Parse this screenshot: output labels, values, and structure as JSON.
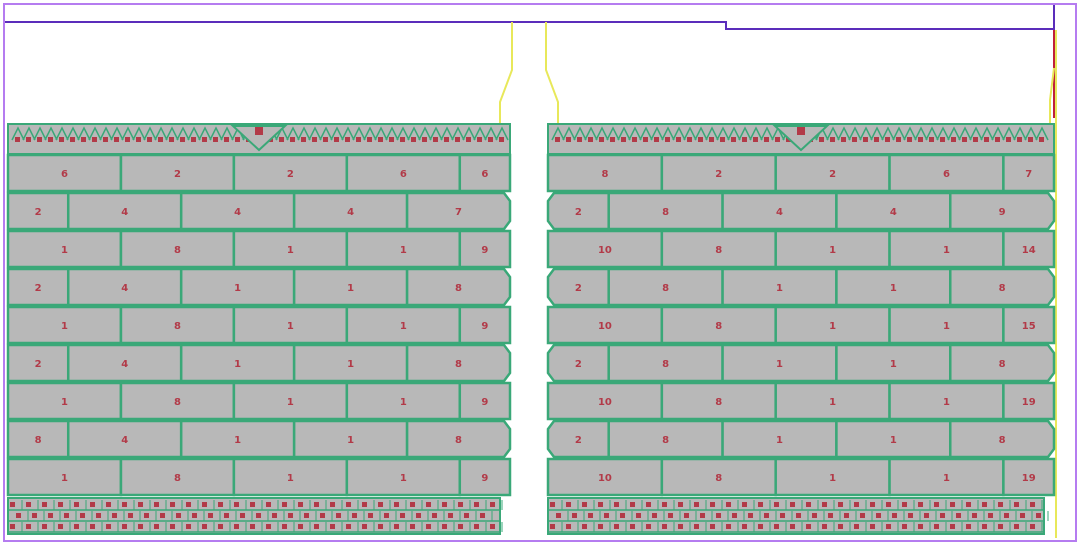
{
  "colors": {
    "background": "#ffffff",
    "border": "#b57cf0",
    "outline": "#5b2dbb",
    "brick_fill": "#b8b8b8",
    "mortar": "#3aa878",
    "label": "#b23a48",
    "edge": "#e8e85a",
    "accent_red": "#c0203a"
  },
  "walls": [
    {
      "id": "left",
      "courses": [
        [
          "6",
          "2",
          "2",
          "6",
          "6"
        ],
        [
          "2",
          "4",
          "4",
          "4",
          "7"
        ],
        [
          "1",
          "8",
          "1",
          "1",
          "9"
        ],
        [
          "2",
          "4",
          "1",
          "1",
          "8"
        ],
        [
          "1",
          "8",
          "1",
          "1",
          "9"
        ],
        [
          "2",
          "4",
          "1",
          "1",
          "8"
        ],
        [
          "1",
          "8",
          "1",
          "1",
          "9"
        ],
        [
          "8",
          "4",
          "1",
          "1",
          "8"
        ],
        [
          "1",
          "8",
          "1",
          "1",
          "9"
        ]
      ]
    },
    {
      "id": "right",
      "courses": [
        [
          "8",
          "2",
          "2",
          "6",
          "7"
        ],
        [
          "2",
          "8",
          "4",
          "4",
          "9"
        ],
        [
          "10",
          "8",
          "1",
          "1",
          "14"
        ],
        [
          "2",
          "8",
          "1",
          "1",
          "8"
        ],
        [
          "10",
          "8",
          "1",
          "1",
          "15"
        ],
        [
          "2",
          "8",
          "1",
          "1",
          "8"
        ],
        [
          "10",
          "8",
          "1",
          "1",
          "19"
        ],
        [
          "2",
          "8",
          "1",
          "1",
          "8"
        ],
        [
          "10",
          "8",
          "1",
          "1",
          "19"
        ]
      ]
    }
  ]
}
